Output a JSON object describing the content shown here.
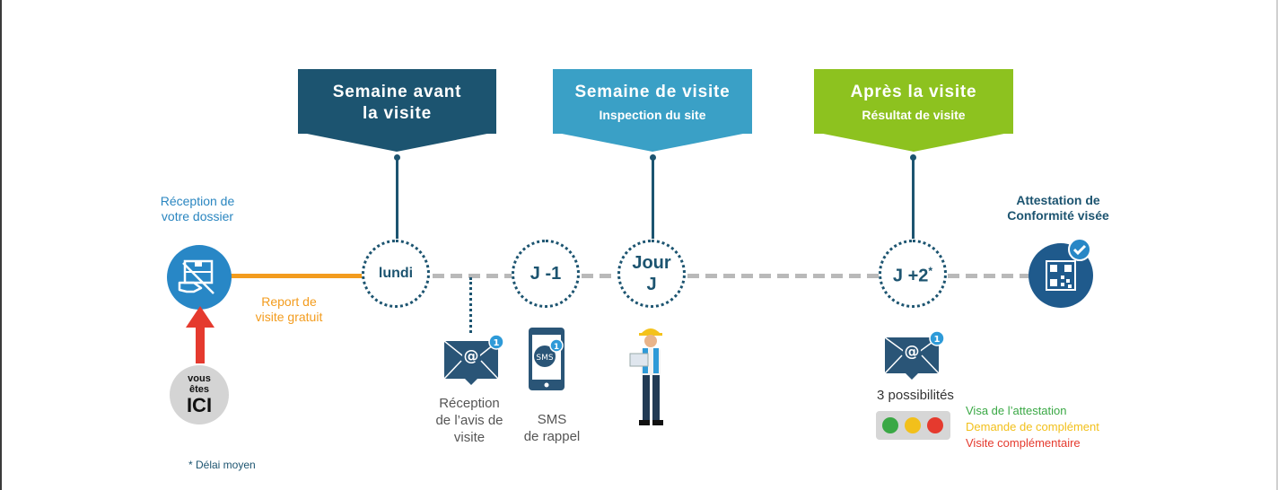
{
  "banners": {
    "before": {
      "title_line1": "Semaine avant",
      "title_line2": "la visite"
    },
    "during": {
      "title": "Semaine de visite",
      "subtitle": "Inspection du site"
    },
    "after": {
      "title": "Après la visite",
      "subtitle": "Résultat de visite"
    }
  },
  "steps": {
    "reception_label_1": "Réception de",
    "reception_label_2": "votre dossier",
    "report_label_1": "Report de",
    "report_label_2": "visite gratuit",
    "vous_etes_1": "vous",
    "vous_etes_2": "êtes",
    "vous_etes_3": "ICI",
    "monday": "lundi",
    "j_minus_1": "J -1",
    "jour_j_1": "Jour",
    "jour_j_2": "J",
    "j_plus_2": "J +2",
    "j_plus_2_mark": "*",
    "attestation_1": "Attestation de",
    "attestation_2": "Conformité visée"
  },
  "notifications": {
    "email_badge": "1",
    "email_symbol": "@",
    "sms_badge": "1",
    "sms_text": "SMS",
    "result_badge": "1",
    "avis_1": "Réception",
    "avis_2": "de l’avis de",
    "avis_3": "visite",
    "sms_1": "SMS",
    "sms_2": "de rappel"
  },
  "results": {
    "count_label": "3 possibilités",
    "option_green": "Visa de l’attestation",
    "option_yellow": "Demande de complément",
    "option_red": "Visite complémentaire"
  },
  "footnote": "* Délai moyen",
  "colors": {
    "navy": "#1c5470",
    "light_blue": "#3aa0c6",
    "green": "#8dc21f",
    "orange": "#f39c1e",
    "text_green": "#3aa845",
    "text_yellow": "#f2c01b",
    "text_red": "#e53a2e"
  },
  "icons": [
    "document-hand-icon",
    "arrow-up-icon",
    "email-icon",
    "smartphone-sms-icon",
    "inspector-icon",
    "qr-code-check-icon",
    "traffic-light-icon"
  ]
}
